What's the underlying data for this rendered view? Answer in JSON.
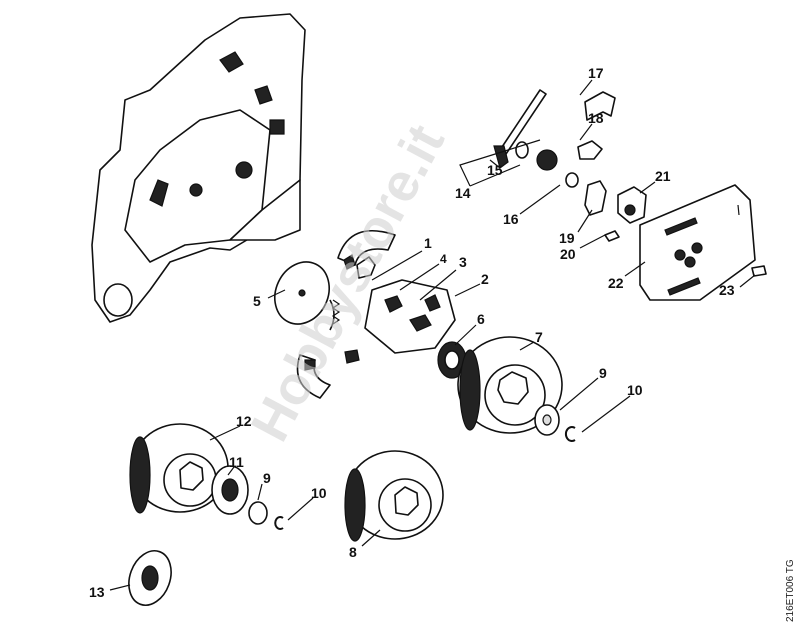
{
  "diagram": {
    "callouts": {
      "c1": "1",
      "c2": "2",
      "c3": "3",
      "c4": "4",
      "c5": "5",
      "c6": "6",
      "c7": "7",
      "c8": "8",
      "c9a": "9",
      "c9b": "9",
      "c10a": "10",
      "c10b": "10",
      "c11": "11",
      "c12": "12",
      "c13": "13",
      "c14": "14",
      "c15": "15",
      "c16": "16",
      "c17": "17",
      "c18": "18",
      "c19": "19",
      "c20": "20",
      "c21": "21",
      "c22": "22",
      "c23": "23"
    },
    "watermark": "Hobbystore.it",
    "drawing_code": "216ET006 TG"
  }
}
